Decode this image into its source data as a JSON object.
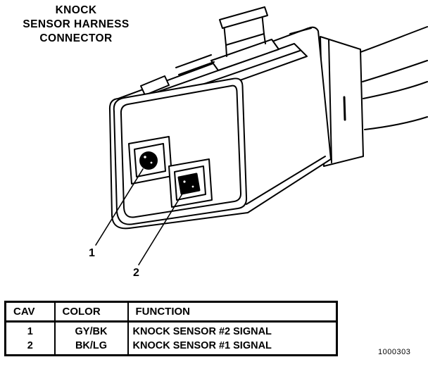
{
  "title": {
    "line1": "KNOCK",
    "line2": "SENSOR HARNESS",
    "line3": "CONNECTOR"
  },
  "diagram": {
    "callouts": [
      {
        "label": "1"
      },
      {
        "label": "2"
      }
    ]
  },
  "table": {
    "headers": [
      "CAV",
      "COLOR",
      "FUNCTION"
    ],
    "rows": [
      [
        "1",
        "GY/BK",
        "KNOCK SENSOR #2 SIGNAL"
      ],
      [
        "2",
        "BK/LG",
        "KNOCK SENSOR #1 SIGNAL"
      ]
    ]
  },
  "figure_number": "1000303",
  "colors": {
    "ink": "#000000",
    "background": "#ffffff"
  }
}
